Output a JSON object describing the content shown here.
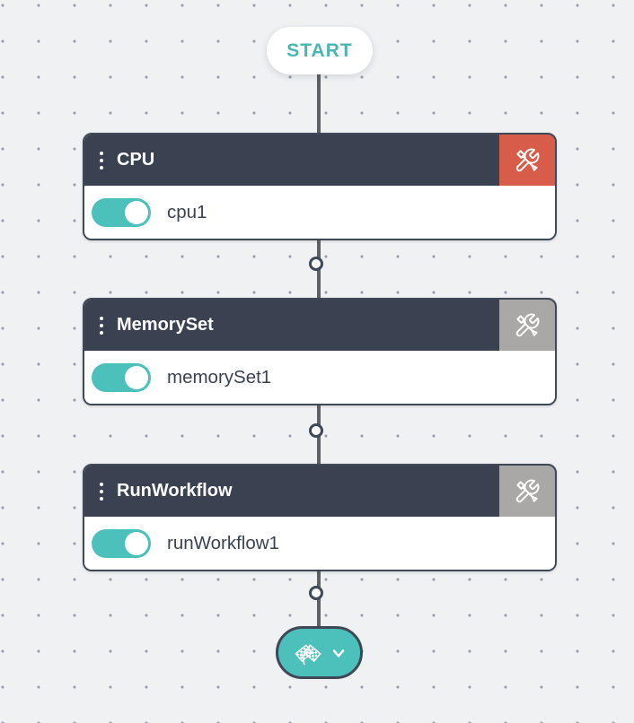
{
  "start": {
    "label": "START"
  },
  "nodes": [
    {
      "title": "CPU",
      "task_id": "cpu1",
      "toggle_on": true,
      "tools_variant": "red"
    },
    {
      "title": "MemorySet",
      "task_id": "memorySet1",
      "toggle_on": true,
      "tools_variant": "gray"
    },
    {
      "title": "RunWorkflow",
      "task_id": "runWorkflow1",
      "toggle_on": true,
      "tools_variant": "gray"
    }
  ],
  "end_node": {
    "icon": "checkered-flags-icon",
    "chevron": "chevron-down-icon"
  },
  "colors": {
    "teal": "#4cc0ba",
    "header_dark": "#3a4252",
    "tools_red": "#d85c4a",
    "tools_gray": "#aaa7a7",
    "node_border": "#3f4856",
    "connector_line": "#5d6166",
    "canvas_bg": "#f0f1f3",
    "grid_dot": "#9aa0ac",
    "start_text": "#4ab6b2"
  }
}
